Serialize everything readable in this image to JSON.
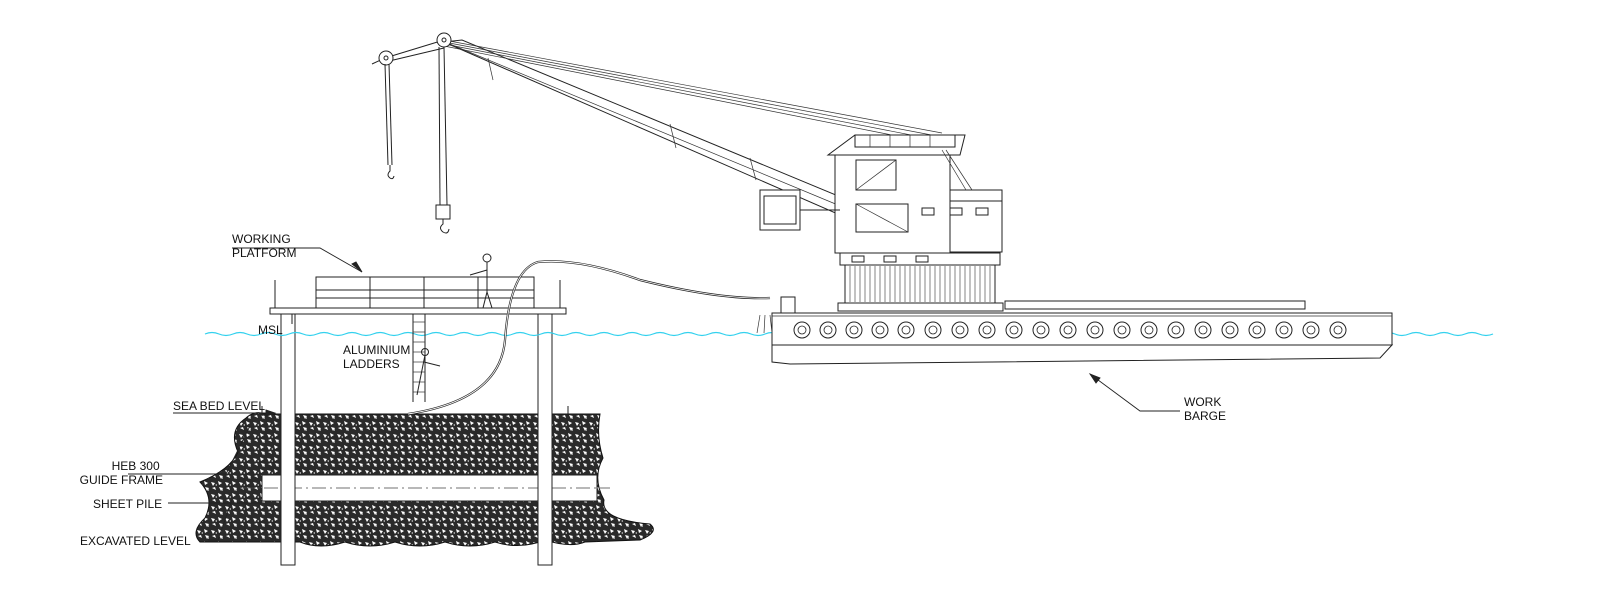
{
  "labels": {
    "working_platform": [
      "WORKING",
      "PLATFORM"
    ],
    "msl": "MSL",
    "aluminium_ladders": [
      "ALUMINIUM",
      "LADDERS"
    ],
    "sea_bed_level": "SEA BED LEVEL",
    "heb_guide_frame": [
      "HEB 300",
      "GUIDE FRAME"
    ],
    "sheet_pile": "SHEET PILE",
    "excavated_level": "EXCAVATED LEVEL",
    "work_barge": [
      "WORK",
      "BARGE"
    ]
  },
  "colors": {
    "water_line": "#33d1ee",
    "linework": "#222222",
    "seabed": "#1a1a1a"
  },
  "icons": [
    "crane",
    "barge",
    "worker-figure",
    "hook"
  ]
}
